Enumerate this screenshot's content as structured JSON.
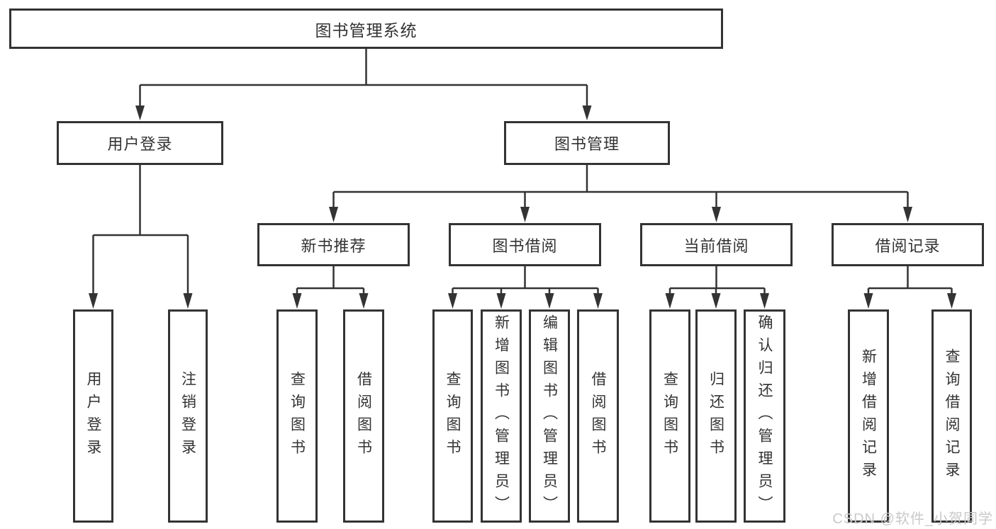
{
  "tree": {
    "root": {
      "label": "图书管理系统",
      "children": [
        {
          "label": "用户登录",
          "children": [
            {
              "label": "用户登录"
            },
            {
              "label": "注销登录"
            }
          ]
        },
        {
          "label": "图书管理",
          "children": [
            {
              "label": "新书推荐",
              "children": [
                {
                  "label": "查询图书"
                },
                {
                  "label": "借阅图书"
                }
              ]
            },
            {
              "label": "图书借阅",
              "children": [
                {
                  "label": "查询图书"
                },
                {
                  "label": "新增图书（管理员）"
                },
                {
                  "label": "编辑图书（管理员）"
                },
                {
                  "label": "借阅图书"
                }
              ]
            },
            {
              "label": "当前借阅",
              "children": [
                {
                  "label": "查询图书"
                },
                {
                  "label": "归还图书"
                },
                {
                  "label": "确认归还（管理员）"
                }
              ]
            },
            {
              "label": "借阅记录",
              "children": [
                {
                  "label": "新增借阅记录"
                },
                {
                  "label": "查询借阅记录"
                }
              ]
            }
          ]
        }
      ]
    }
  },
  "watermark": {
    "text": "CSDN @软件_小贺同学"
  },
  "colors": {
    "line": "#333333",
    "box_border": "#333333",
    "box_fill": "#ffffff",
    "text": "#333333",
    "watermark": "#c9c9c9"
  }
}
